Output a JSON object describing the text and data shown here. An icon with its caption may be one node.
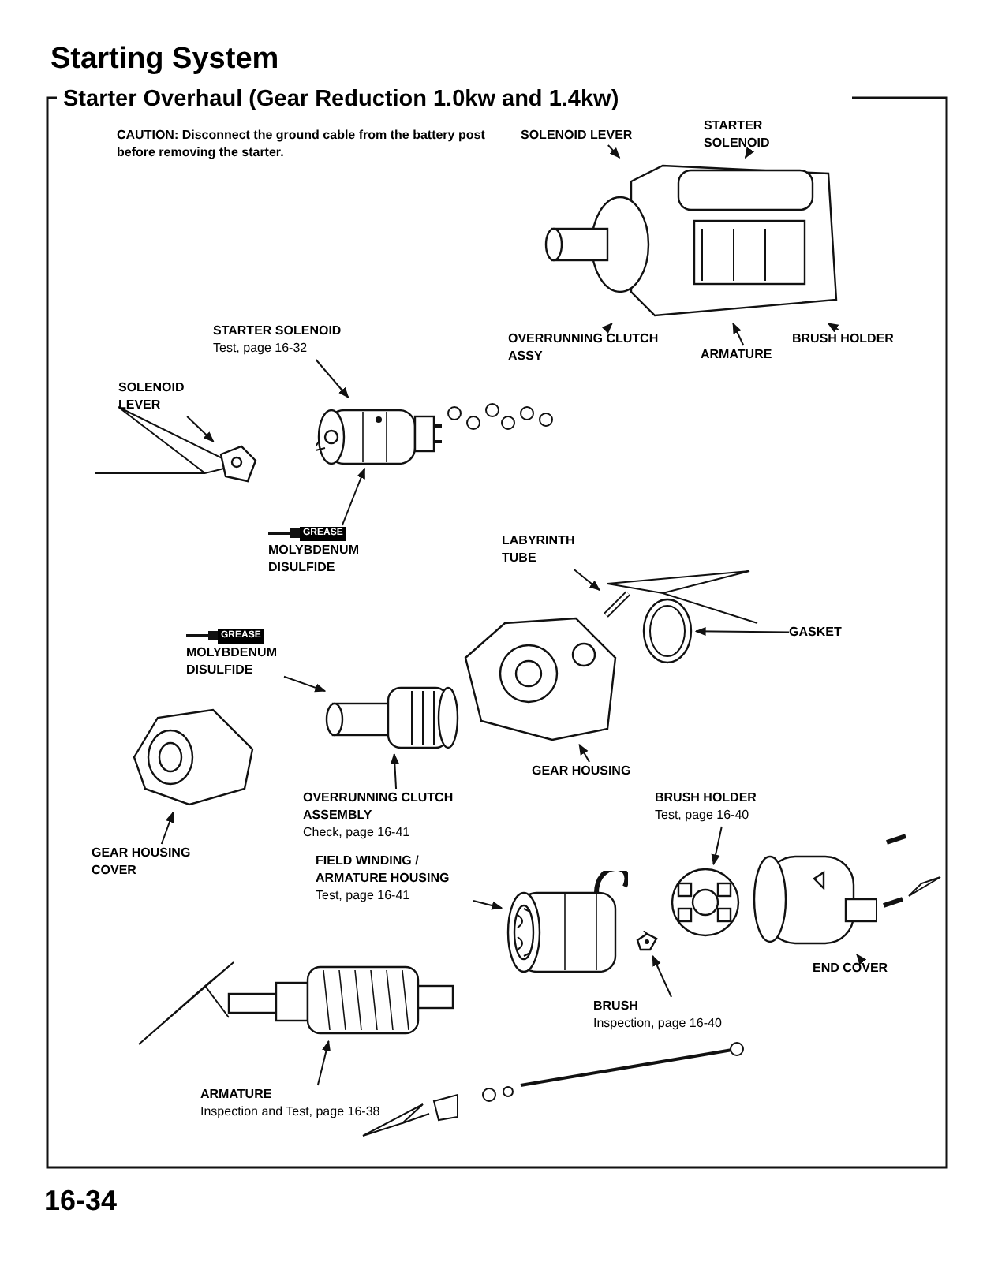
{
  "diagram": {
    "title": "Starting System",
    "nodes": [
      {
        "text": [],
        "shape": "picture"
      },
      {
        "text": [
          "SOLENOID LEVER"
        ]
      },
      {
        "text": [
          "STARTER SOLENOID"
        ]
      },
      {
        "text": [
          "OVERRUNNING CLUTCH ASSY"
        ]
      },
      {
        "text": [
          "ARMATURE"
        ]
      },
      {
        "text": [
          "BRUSH HOLDER"
        ]
      },
      {
        "text": [
          "STARTER SOLENOID",
          "Test, page 16-32"
        ]
      },
      {
        "text": [],
        "shape": "picture"
      },
      {
        "text": [
          "SOLENOID LEVER"
        ]
      },
      {
        "text": [],
        "shape": "picture"
      },
      {
        "text": [
          "MOLYBDENUM DISULFIDE"
        ]
      },
      {
        "text": [
          "LABYRINTH TUBE"
        ]
      },
      {
        "text": [],
        "shape": "picture"
      },
      {
        "text": [
          "GASKET"
        ]
      },
      {
        "text": [],
        "shape": "picture"
      },
      {
        "text": [
          "MOLYBDENUM DISULFIDE"
        ]
      },
      {
        "text": [],
        "shape": "picture"
      },
      {
        "text": [],
        "shape": "picture"
      },
      {
        "text": [
          "GEAR HOUSING"
        ]
      },
      {
        "text": [
          "OVERRUNNING CLUTCH ASSEMBLY",
          "Check, page 16-41"
        ]
      },
      {
        "text": [],
        "shape": "picture"
      },
      {
        "text": [
          "GEAR HOUSING COVER"
        ]
      },
      {
        "text": [
          "BRUSH HOLDER",
          "Test, page 16-40"
        ]
      },
      {
        "text": [],
        "shape": "picture"
      },
      {
        "text": [
          "FIELD WINDING / ARMATURE HOUSING",
          "Test, page 16-41"
        ]
      },
      {
        "text": [],
        "shape": "picture"
      },
      {
        "text": [],
        "shape": "picture"
      },
      {
        "text": [
          "END COVER"
        ]
      },
      {
        "text": [
          "BRUSH",
          "Inspection, page 16-40"
        ]
      },
      {
        "text": [],
        "shape": "picture"
      },
      {
        "text": [],
        "shape": "picture"
      },
      {
        "text": [
          "ARMATURE",
          "Inspection and Test, page 16-38"
        ]
      }
    ],
    "edges": [
      {
        "from": 1,
        "to": 0,
        "arrow": "to"
      },
      {
        "from": 2,
        "to": 0,
        "arrow": "to"
      },
      {
        "from": 3,
        "to": 0,
        "arrow": "to"
      },
      {
        "from": 4,
        "to": 0,
        "arrow": "to"
      },
      {
        "from": 5,
        "to": 0,
        "arrow": "to"
      },
      {
        "from": 6,
        "to": 7,
        "arrow": "to"
      },
      {
        "from": 8,
        "to": 9,
        "arrow": "to"
      },
      {
        "from": 10,
        "to": 7,
        "arrow": "to"
      },
      {
        "from": 11,
        "to": 12,
        "arrow": "to"
      },
      {
        "from": 13,
        "to": 14,
        "arrow": "to"
      },
      {
        "from": 15,
        "to": 16,
        "arrow": "to"
      },
      {
        "from": 18,
        "to": 17,
        "arrow": "to"
      },
      {
        "from": 19,
        "to": 16,
        "arrow": "to"
      },
      {
        "from": 21,
        "to": 20,
        "arrow": "to"
      },
      {
        "from": 22,
        "to": 23,
        "arrow": "to"
      },
      {
        "from": 24,
        "to": 25,
        "arrow": "to"
      },
      {
        "from": 27,
        "to": 26,
        "arrow": "to"
      },
      {
        "from": 28,
        "to": 29,
        "arrow": "to"
      },
      {
        "from": 31,
        "to": 30,
        "arrow": "to"
      }
    ],
    "labels": [
      "Starter Overhaul (Gear Reduction 1.0kw and 1.4kw)",
      "CAUTION: Disconnect the ground cable from the battery post before removing the starter.",
      "GREASE",
      "GREASE",
      "16-34"
    ]
  }
}
